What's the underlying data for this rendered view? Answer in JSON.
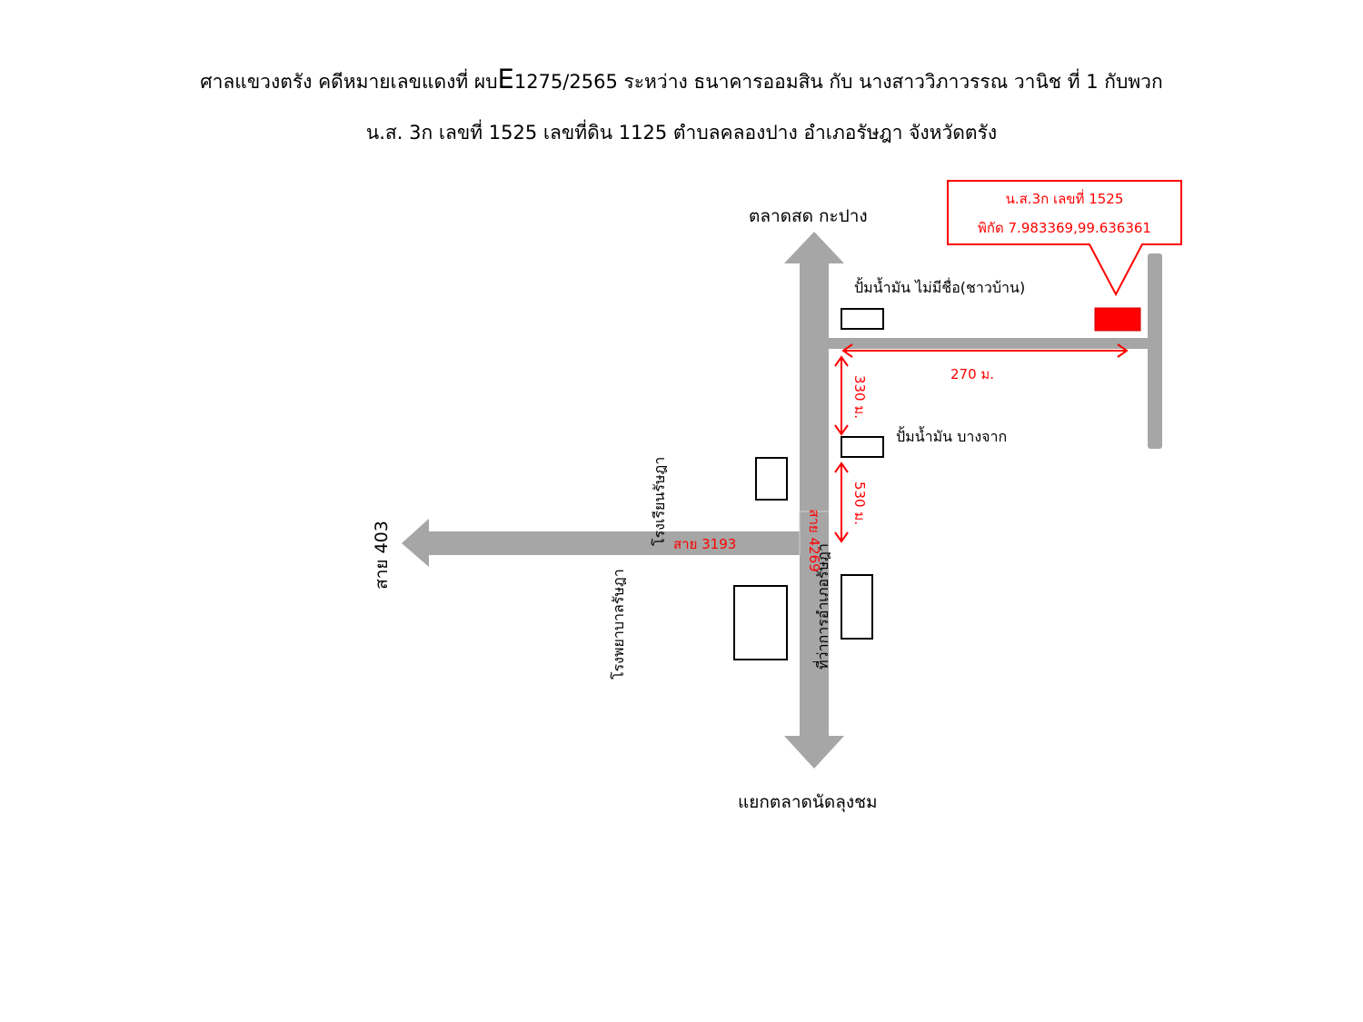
{
  "header": {
    "line1_prefix": "ศาลแขวงตรัง คดีหมายเลขแดงที่ ผบ",
    "line1_letter": "E",
    "line1_suffix": "1275/2565 ระหว่าง ธนาคารออมสิน กับ นางสาววิภาวรรณ วานิช ที่ 1 กับพวก",
    "line2": "น.ส. 3ก เลขที่ 1525 เลขที่ดิน 1125  ตำบลคลองปาง อำเภอรัษฎา จังหวัดตรัง"
  },
  "map": {
    "destinations": {
      "north": "ตลาดสด กะปาง",
      "south": "แยกตลาดนัดลุงชม",
      "west": "สาย 403"
    },
    "roads": {
      "road_3193": "สาย 3193",
      "road_4269": "สาย 4269"
    },
    "landmarks": {
      "gas_station_unnamed": "ปั้มน้ำมัน ไม่มีชื่อ(ชาวบ้าน)",
      "gas_station_bangjak": "ปั้มน้ำมัน บางจาก",
      "police_station": "ที่ว่าการอำเภอรัษฎา",
      "hospital": "โรงพยาบาลรัษฎา",
      "school": "โรงเรียนรัษฎา"
    },
    "distances": {
      "d270": "270 ม.",
      "d330": "330 ม.",
      "d530": "530 ม."
    },
    "callout": {
      "line1": "น.ส.3ก เลขที่ 1525",
      "line2": "พิกัด 7.983369,99.636361"
    },
    "colors": {
      "road": "#a6a6a6",
      "highlight": "#ff0000",
      "outline": "#000000"
    }
  }
}
